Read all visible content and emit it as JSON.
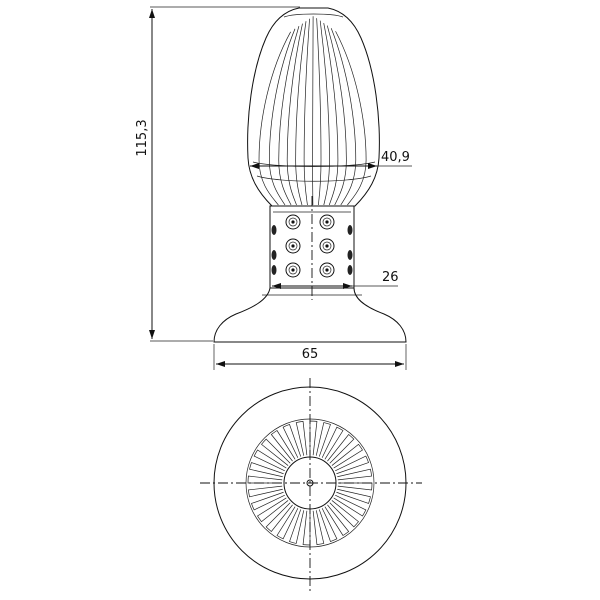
{
  "dimensions": {
    "height": "115,3",
    "bulb_diameter": "40,9",
    "neck_diameter": "26",
    "base_diameter": "65"
  }
}
